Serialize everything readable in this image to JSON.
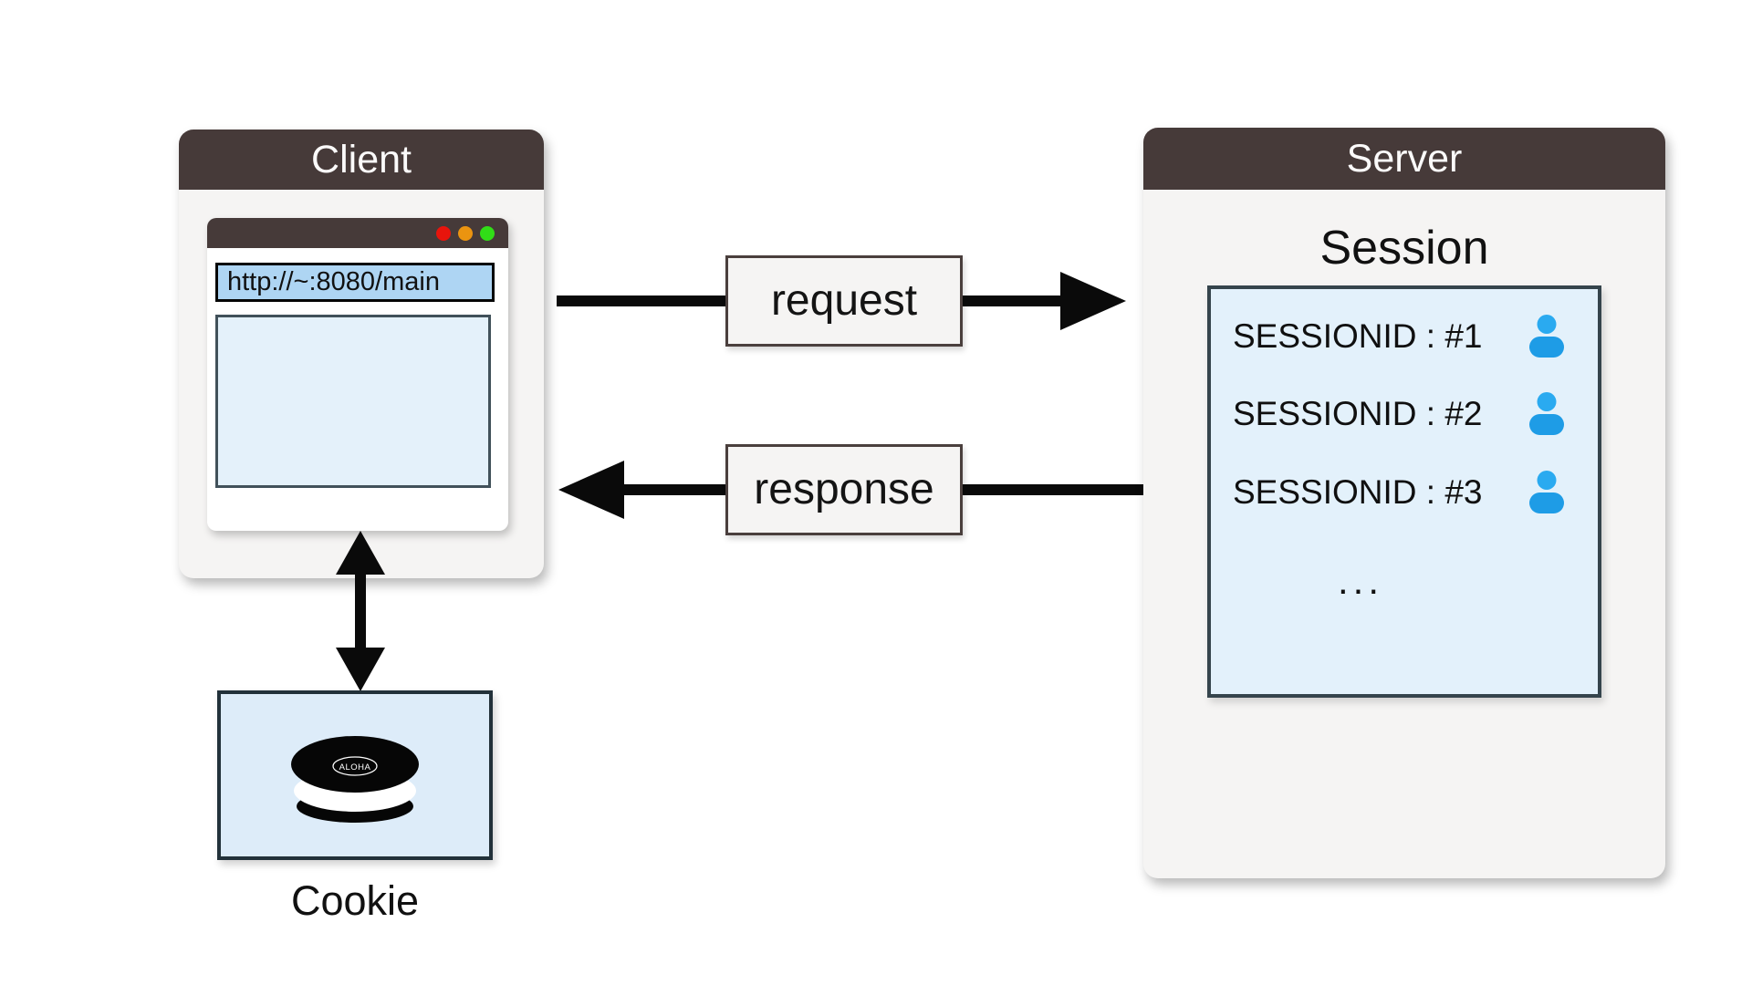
{
  "client": {
    "title": "Client",
    "browser": {
      "url": "http://~:8080/main",
      "traffic_light_colors": [
        "#e8140c",
        "#eb9410",
        "#31dd17"
      ],
      "viewport_fill": "#e4f1fa"
    }
  },
  "flows": {
    "request": {
      "label": "request",
      "direction": "client-to-server"
    },
    "response": {
      "label": "response",
      "direction": "server-to-client"
    },
    "cookie_link": {
      "direction": "bidirectional"
    }
  },
  "cookie": {
    "label": "Cookie",
    "brand": "ALOHA"
  },
  "server": {
    "title": "Server",
    "session": {
      "title": "Session",
      "rows": [
        {
          "label": "SESSIONID : #1",
          "icon": "user-icon"
        },
        {
          "label": "SESSIONID : #2",
          "icon": "user-icon"
        },
        {
          "label": "SESSIONID : #3",
          "icon": "user-icon"
        }
      ],
      "more": "..."
    }
  },
  "colors": {
    "header_brown": "#463a39",
    "panel_gray": "#f5f4f3",
    "session_fill": "#e3f1fb",
    "cookie_fill": "#ddecf9",
    "url_bar_fill": "#aed5f3",
    "user_icon_blue": "#1e9ce6",
    "arrow_black": "#0a0a0a",
    "page_background": "#ffffff"
  }
}
